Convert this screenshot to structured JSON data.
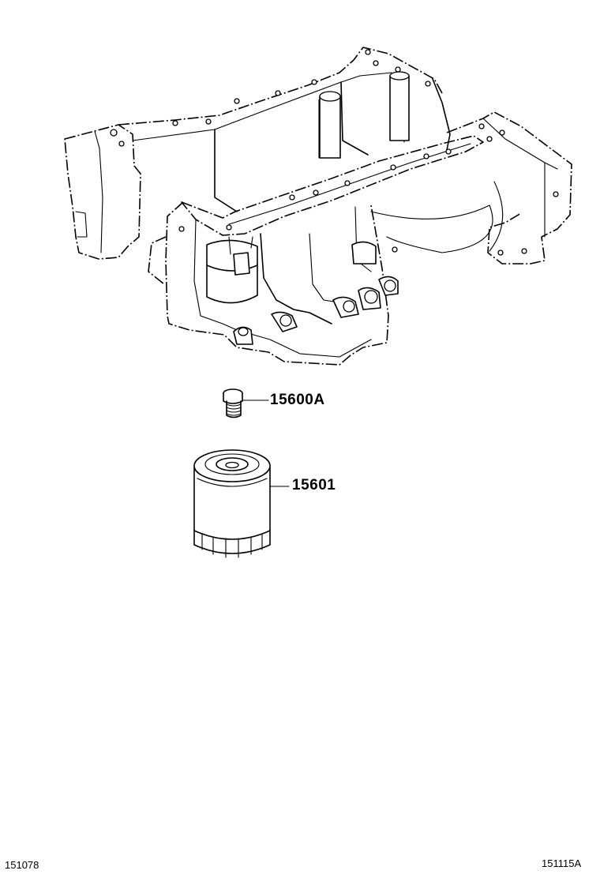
{
  "parts": [
    {
      "id": "drain-plug",
      "number": "15600A"
    },
    {
      "id": "oil-filter",
      "number": "15601"
    }
  ],
  "footer": {
    "left_code": "151078",
    "right_code": "151115A"
  }
}
